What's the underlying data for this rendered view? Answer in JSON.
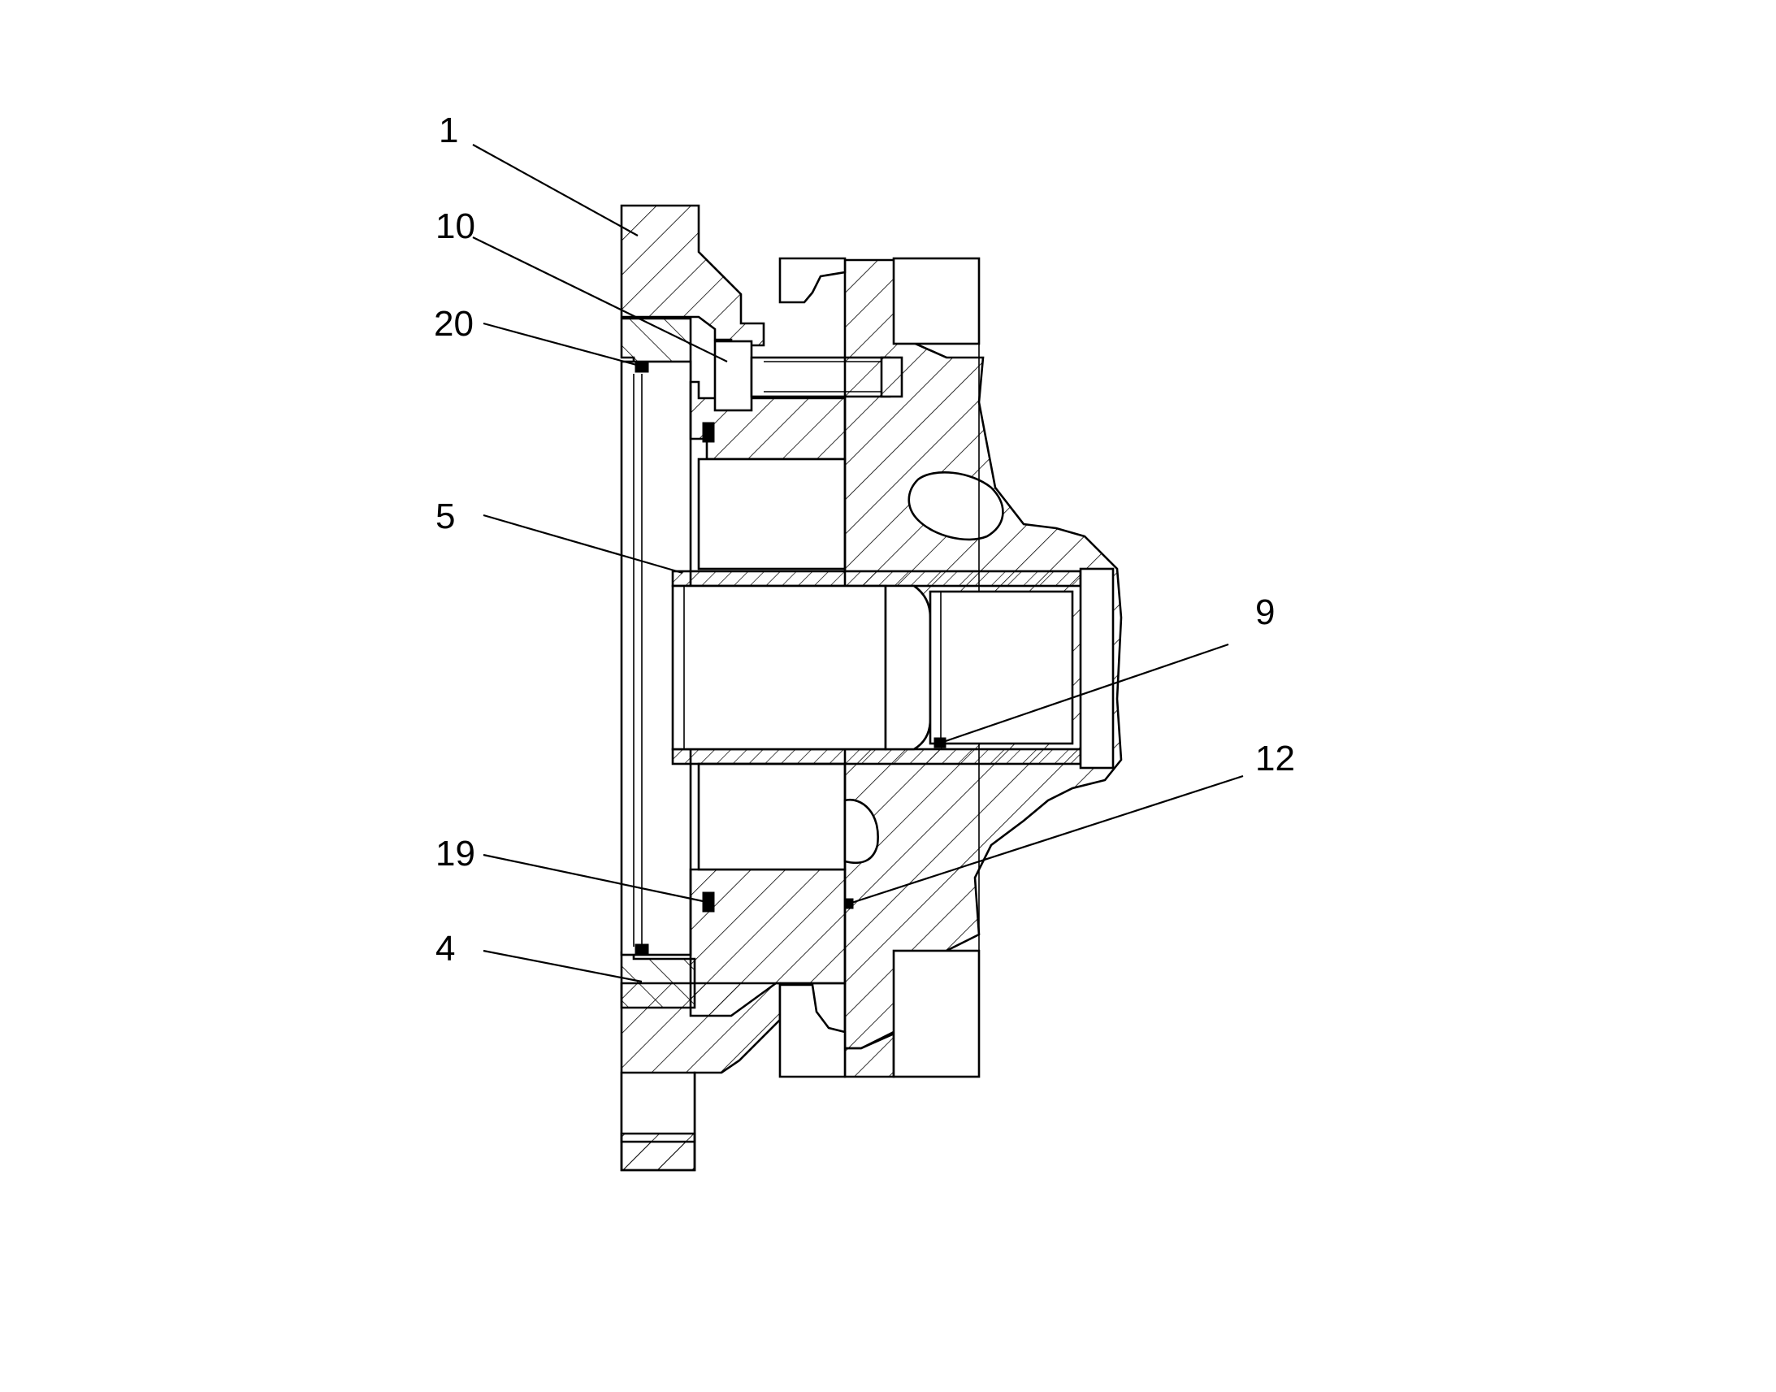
{
  "callouts": [
    {
      "id": "1",
      "label": "1"
    },
    {
      "id": "10",
      "label": "10"
    },
    {
      "id": "20",
      "label": "20"
    },
    {
      "id": "5",
      "label": "5"
    },
    {
      "id": "9",
      "label": "9"
    },
    {
      "id": "12",
      "label": "12"
    },
    {
      "id": "19",
      "label": "19"
    },
    {
      "id": "4",
      "label": "4"
    }
  ],
  "colors": {
    "line": "#000000",
    "background": "#ffffff"
  }
}
